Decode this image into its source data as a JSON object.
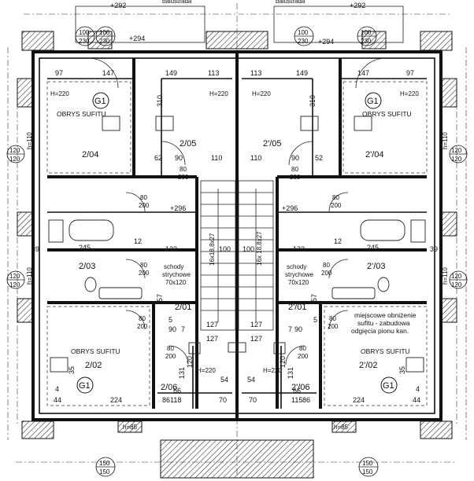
{
  "levels": {
    "top_left": "+292",
    "top_right": "+292",
    "upper_left": "+294",
    "upper_right": "+294",
    "stair_left": "+296",
    "stair_right": "+296"
  },
  "balustrade": {
    "left": "balustrada",
    "right": "balustrada"
  },
  "windows": {
    "top_left_a": "100",
    "top_left_a2": "230",
    "top_left_b": "100",
    "top_left_b2": "230",
    "top_right_a": "100",
    "top_right_a2": "230",
    "top_right_b": "100",
    "top_right_b2": "230",
    "side_left_top": "120",
    "side_left_top2": "120",
    "side_right_top": "120",
    "side_right_top2": "120",
    "side_left_mid": "120",
    "side_left_mid2": "120",
    "side_right_mid": "120",
    "side_right_mid2": "120",
    "bottom_left": "150",
    "bottom_left2": "150",
    "bottom_right": "150",
    "bottom_right2": "150"
  },
  "rooms": {
    "r204": "2/04",
    "r205": "2/05",
    "r203": "2/03",
    "r201": "2/01",
    "r202": "2/02",
    "r206": "2/06",
    "r204p": "2'/04",
    "r205p": "2'/05",
    "r203p": "2'/03",
    "r201p": "2'/01",
    "r202p": "2'/02",
    "r206p": "2'/06"
  },
  "labels": {
    "ceiling_1": "OBRYS SUFITU",
    "ceiling_2": "OBRYS SUFITU",
    "ceiling_3": "OBRYS SUFITU",
    "ceiling_4": "OBRYS SUFITU",
    "g1_a": "G1",
    "g1_b": "G1",
    "g1_c": "G1",
    "g1_d": "G1",
    "attic_stairs_l1": "schody",
    "attic_stairs_l2": "strychowe",
    "attic_stairs_l3": "70x120",
    "attic_stairs_r1": "schody",
    "attic_stairs_r2": "strychowe",
    "attic_stairs_r3": "70x120",
    "stair_left": "16x18,8x27",
    "stair_right": "16x 18,8x27",
    "note_1": "miejscowe obniżenie",
    "note_2": "sufitu - zabudowa",
    "note_3": "odgięcia pionu kan."
  },
  "dims": {
    "d97": "97",
    "d147": "147",
    "d149a": "149",
    "d113a": "113",
    "d113b": "113",
    "d149b": "149",
    "d147b": "147",
    "d97b": "97",
    "h220a": "H=220",
    "h220b": "H=220",
    "h220c": "H=220",
    "h220d": "H=220",
    "h220e": "H=220",
    "h220f": "H=220",
    "h110a": "h=110",
    "h110b": "h=110",
    "h110c": "h=110",
    "h110d": "h=110",
    "h85a": "h=85",
    "h85b": "h=85",
    "d310a": "310",
    "d310b": "310",
    "d62": "62",
    "d52": "52",
    "d90a": "90",
    "d90b": "90",
    "d110a": "110",
    "d110b": "110",
    "d80a": "80",
    "d200a": "200",
    "d80b": "80",
    "d200b": "200",
    "d80c": "80",
    "d200c": "200",
    "d80d": "80",
    "d200d": "200",
    "d80e": "80",
    "d200e": "200",
    "d80f": "80",
    "d200f": "200",
    "d80g": "80",
    "d200g": "200",
    "d80h": "80",
    "d200h": "200",
    "d80i": "80",
    "d200i": "200",
    "d80j": "80",
    "d200j": "200",
    "d12a": "12",
    "d12b": "12",
    "d245a": "245",
    "d245b": "245",
    "d39a": "39",
    "d39b": "39",
    "d122a": "122",
    "d122b": "122",
    "d100a": "100",
    "d100b": "100",
    "d57a": "57",
    "d57b": "57",
    "d127a": "127",
    "d127b": "127",
    "d127c": "127",
    "d127d": "127",
    "d90c": "90",
    "d90d": "90",
    "d7a": "7",
    "d7b": "7",
    "d5a": "5",
    "d5b": "5",
    "d35a": "35",
    "d35b": "35",
    "d4a": "4",
    "d44a": "44",
    "d4b": "4",
    "d44b": "44",
    "d224a": "224",
    "d224b": "224",
    "d66a": "66",
    "d118": "118",
    "d66b": "66",
    "d115": "115",
    "d86a": "86",
    "d70a": "70",
    "d70b": "70",
    "d86b": "86",
    "d54a": "54",
    "d54b": "54",
    "d131a": "131",
    "d131b": "131",
    "d120a": "120",
    "d120b": "120"
  }
}
